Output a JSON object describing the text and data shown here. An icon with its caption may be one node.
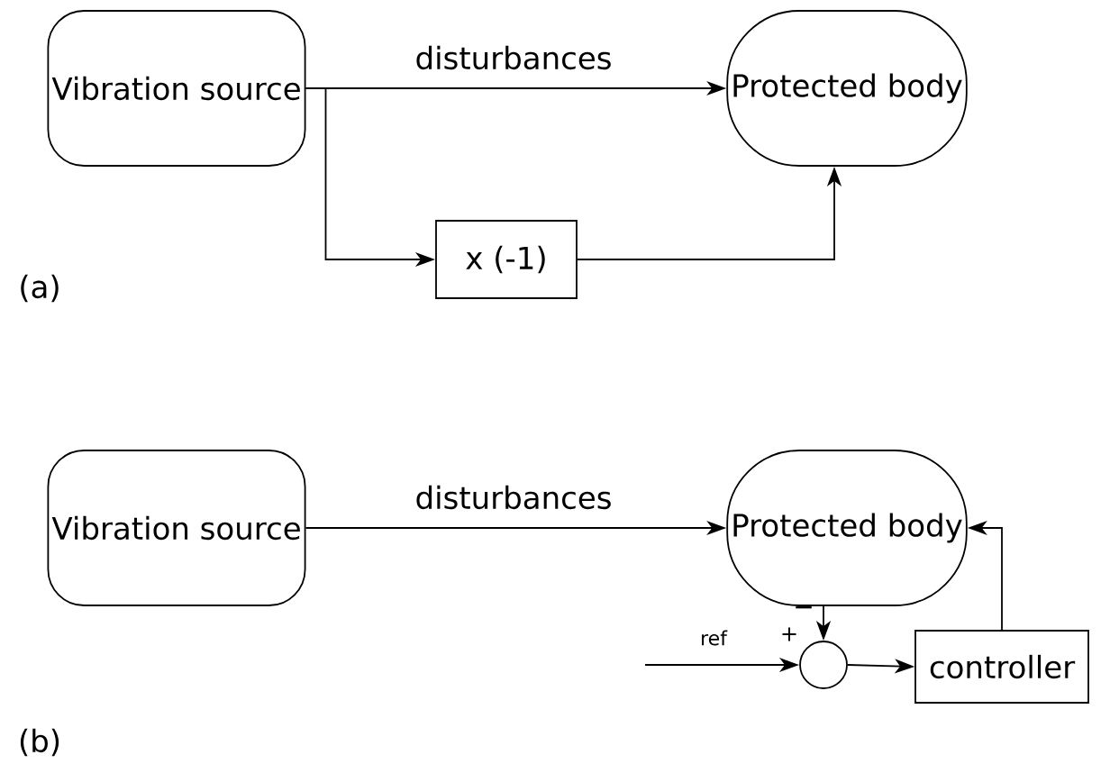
{
  "diagram": {
    "nodes": [
      {
        "text": [
          "Vibration source"
        ]
      },
      {
        "text": [
          "Protected body"
        ]
      },
      {
        "text": [
          "x (-1)"
        ]
      },
      {
        "text": [
          "Vibration source"
        ]
      },
      {
        "text": [
          "Protected body"
        ]
      },
      {
        "text": [],
        "shape": "circle"
      },
      {
        "text": [
          "controller"
        ]
      }
    ],
    "edges": [
      {
        "from": 0,
        "to": 1,
        "arrow": "to",
        "label": "disturbances"
      },
      {
        "from": 0,
        "to": 2,
        "arrow": "to"
      },
      {
        "from": 2,
        "to": 1,
        "arrow": "to"
      },
      {
        "from": 3,
        "to": 4,
        "arrow": "to",
        "label": "disturbances"
      },
      {
        "from": 4,
        "to": 5,
        "arrow": "to"
      },
      {
        "from": null,
        "to": 5,
        "arrow": "to",
        "label": "ref"
      },
      {
        "from": 5,
        "to": 6,
        "arrow": "to"
      },
      {
        "from": 6,
        "to": 4,
        "arrow": "to"
      }
    ],
    "labels": [
      "(a)",
      "+",
      "−",
      "(b)"
    ]
  }
}
